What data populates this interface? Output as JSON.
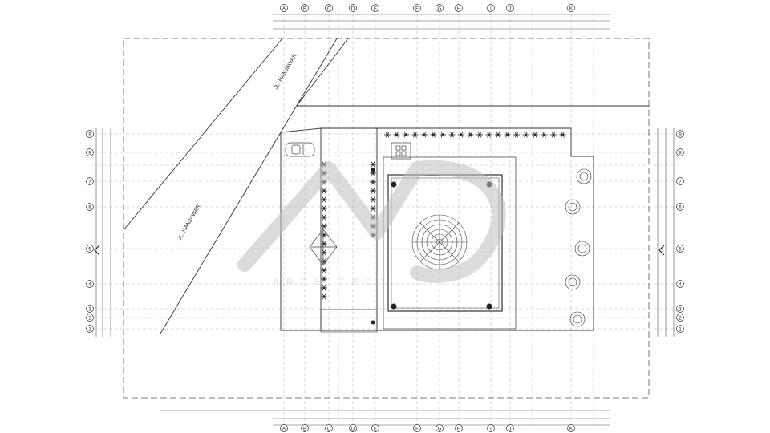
{
  "drawing": {
    "street_label_upper": "JL. HANJAWAR",
    "street_label_lower": "JL. HANJAWAR",
    "watermark_text": "ARCHITECT"
  },
  "grid": {
    "top_bubbles": [
      "A",
      "B",
      "C",
      "D",
      "E",
      "F",
      "G",
      "H",
      "I",
      "J",
      "K"
    ],
    "bottom_bubbles": [
      "A",
      "B",
      "C",
      "D",
      "E",
      "F",
      "G",
      "H",
      "I",
      "J",
      "K"
    ],
    "left_bubbles": [
      "9",
      "8",
      "7",
      "6",
      "5",
      "4",
      "3",
      "2",
      "1"
    ],
    "right_bubbles": [
      "9",
      "8",
      "7",
      "6",
      "5",
      "4",
      "3",
      "2",
      "1"
    ]
  },
  "colors": {
    "line": "#444444",
    "light_line": "#9a9a9a",
    "dashed_grid": "#b5b5b5",
    "watermark": "#cfcfcf"
  }
}
